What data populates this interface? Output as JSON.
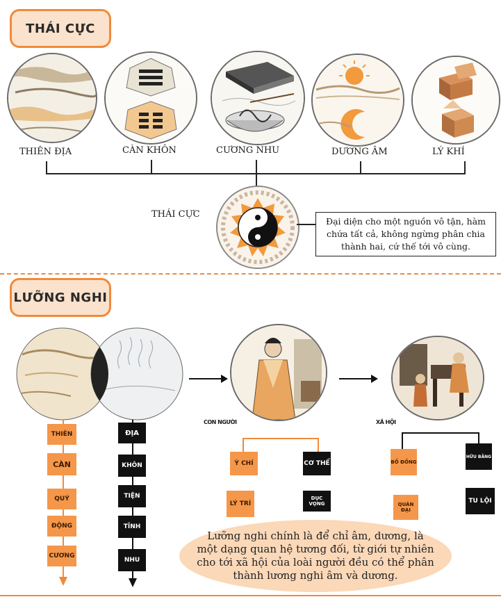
{
  "section1": {
    "tag": "THÁI CỰC",
    "items": [
      {
        "label": "THIÊN ĐỊA",
        "icon": "sky-earth-landscape-icon"
      },
      {
        "label": "CÀN KHÔN",
        "icon": "trigram-qian-kun-icon"
      },
      {
        "label": "CƯƠNG NHU",
        "icon": "book-and-noodle-bowl-icon"
      },
      {
        "label": "DƯƠNG ÂM",
        "icon": "sun-and-moon-icon"
      },
      {
        "label": "LÝ KHÍ",
        "icon": "open-boxes-icon"
      }
    ],
    "center_label": "THÁI CỰC",
    "center_icon": "yin-yang-icon",
    "bubble_text": "Đại diện cho một nguồn vô tận, hàm chứa tất cả, không ngừng phân chia thành hai, cứ thế tới vô cùng."
  },
  "section2": {
    "tag": "LƯỠNG NGHI",
    "left_column": [
      "THIÊN",
      "CÀN",
      "QUÝ",
      "ĐỘNG",
      "CƯƠNG"
    ],
    "right_column": [
      "ĐỊA",
      "KHÔN",
      "TIỆN",
      "TĨNH",
      "NHU"
    ],
    "person_label": "CON NGƯỜI",
    "person_boxes": [
      "Ý CHÍ",
      "CƠ THỂ",
      "LÝ TRÍ",
      "DỤC VỌNG"
    ],
    "society_label": "XÃ HỘI",
    "society_boxes": [
      "BỒ ĐỒNG",
      "HỮU BẰNG",
      "QUÂN ĐẠI",
      "TU LỘI"
    ],
    "ellipse_text": "Lưỡng nghi chính là để chỉ âm, dương, là một dạng quan hệ tương đối, từ giới tự nhiên cho tới xã hội của loài người đều có thể phân thành lương nghi âm và dương."
  },
  "colors": {
    "accent": "#f08a3a",
    "tag_fill": "#fbe2cc",
    "orange_box": "#f5974a",
    "ellipse": "#fbd8b8"
  }
}
